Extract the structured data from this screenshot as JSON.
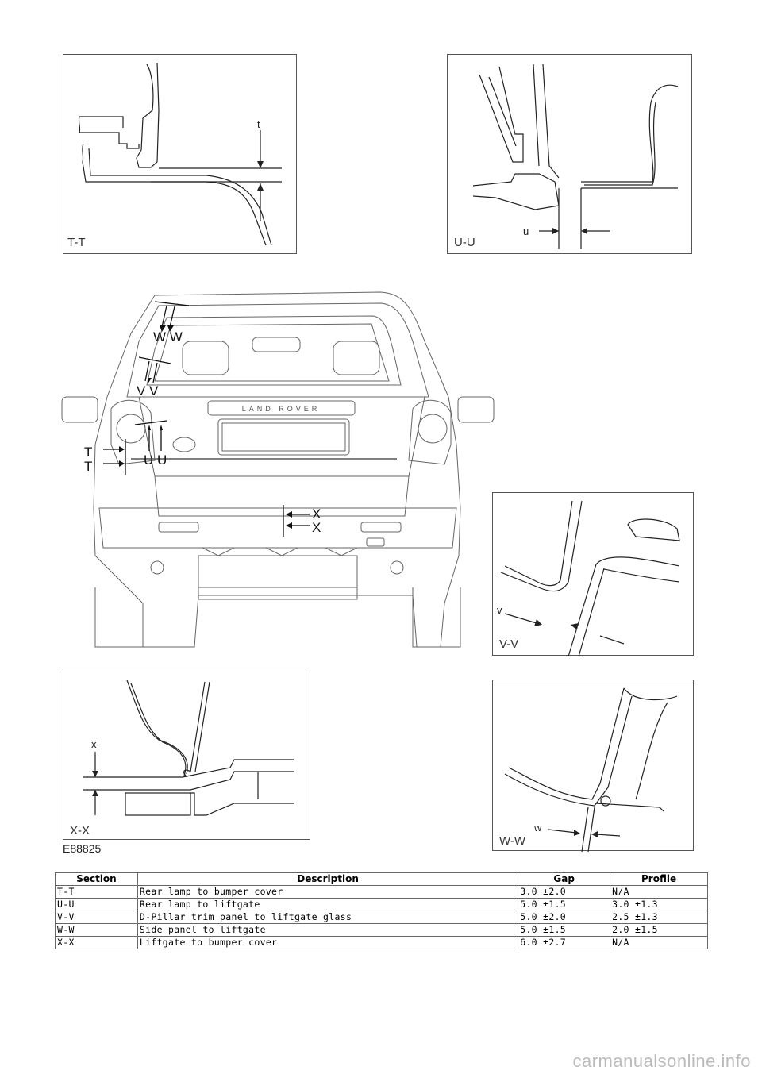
{
  "panels": {
    "tt": {
      "label": "T-T",
      "dim": "t"
    },
    "uu": {
      "label": "U-U",
      "dim": "u"
    },
    "vv": {
      "label": "V-V",
      "dim": "v"
    },
    "xx": {
      "label": "X-X",
      "dim": "x"
    },
    "ww": {
      "label": "W-W",
      "dim": "w"
    }
  },
  "vehicle": {
    "badge": "LAND ROVER",
    "markers": {
      "w": "W W",
      "v": "V V",
      "t_top": "T",
      "t_bottom": "T",
      "u": "U U",
      "x_top": "X",
      "x_bottom": "X"
    }
  },
  "figure_ref": "E88825",
  "table": {
    "headers": [
      "Section",
      "Description",
      "Gap",
      "Profile"
    ],
    "rows": [
      [
        "T-T",
        "Rear lamp to bumper cover",
        "3.0 ±2.0",
        "N/A"
      ],
      [
        "U-U",
        "Rear lamp to liftgate",
        "5.0 ±1.5",
        "3.0 ±1.3"
      ],
      [
        "V-V",
        "D-Pillar trim panel to liftgate glass",
        "5.0 ±2.0",
        "2.5 ±1.3"
      ],
      [
        "W-W",
        "Side panel to liftgate",
        "5.0 ±1.5",
        "2.0 ±1.5"
      ],
      [
        "X-X",
        "Liftgate to bumper cover",
        "6.0 ±2.7",
        "N/A"
      ]
    ]
  },
  "watermark": "carmanualsonline.info"
}
